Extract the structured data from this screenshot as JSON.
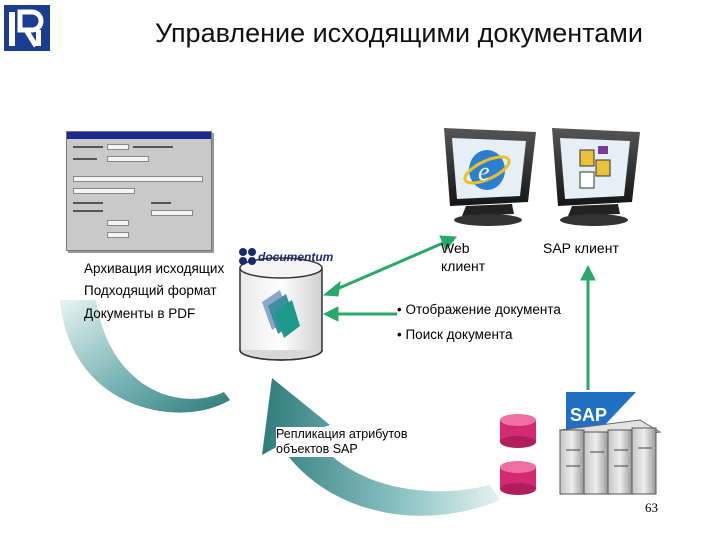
{
  "title": "Управление исходящими документами",
  "logo": {
    "name": "hse-logo-icon",
    "color": "#1a3d8f"
  },
  "left_panel": {
    "line1": "Архивация исходящих",
    "line2": "Подходящий формат",
    "line3": "Документы в PDF"
  },
  "documentum": {
    "label": "documentum"
  },
  "clients": {
    "web_line1": "Web",
    "web_line2": "клиент",
    "sap": "SAP клиент"
  },
  "bullets": [
    "• Отображение документа",
    "• Поиск документа"
  ],
  "replication": {
    "line1": "Репликация атрибутов",
    "line2": "объектов SAP"
  },
  "sap_logo": "SAP",
  "page_number": "63",
  "colors": {
    "teal": "#3c8f8f",
    "arrow_green": "#2aa86a",
    "db_pink": "#d42a72",
    "sap_blue": "#1f6fc2"
  }
}
